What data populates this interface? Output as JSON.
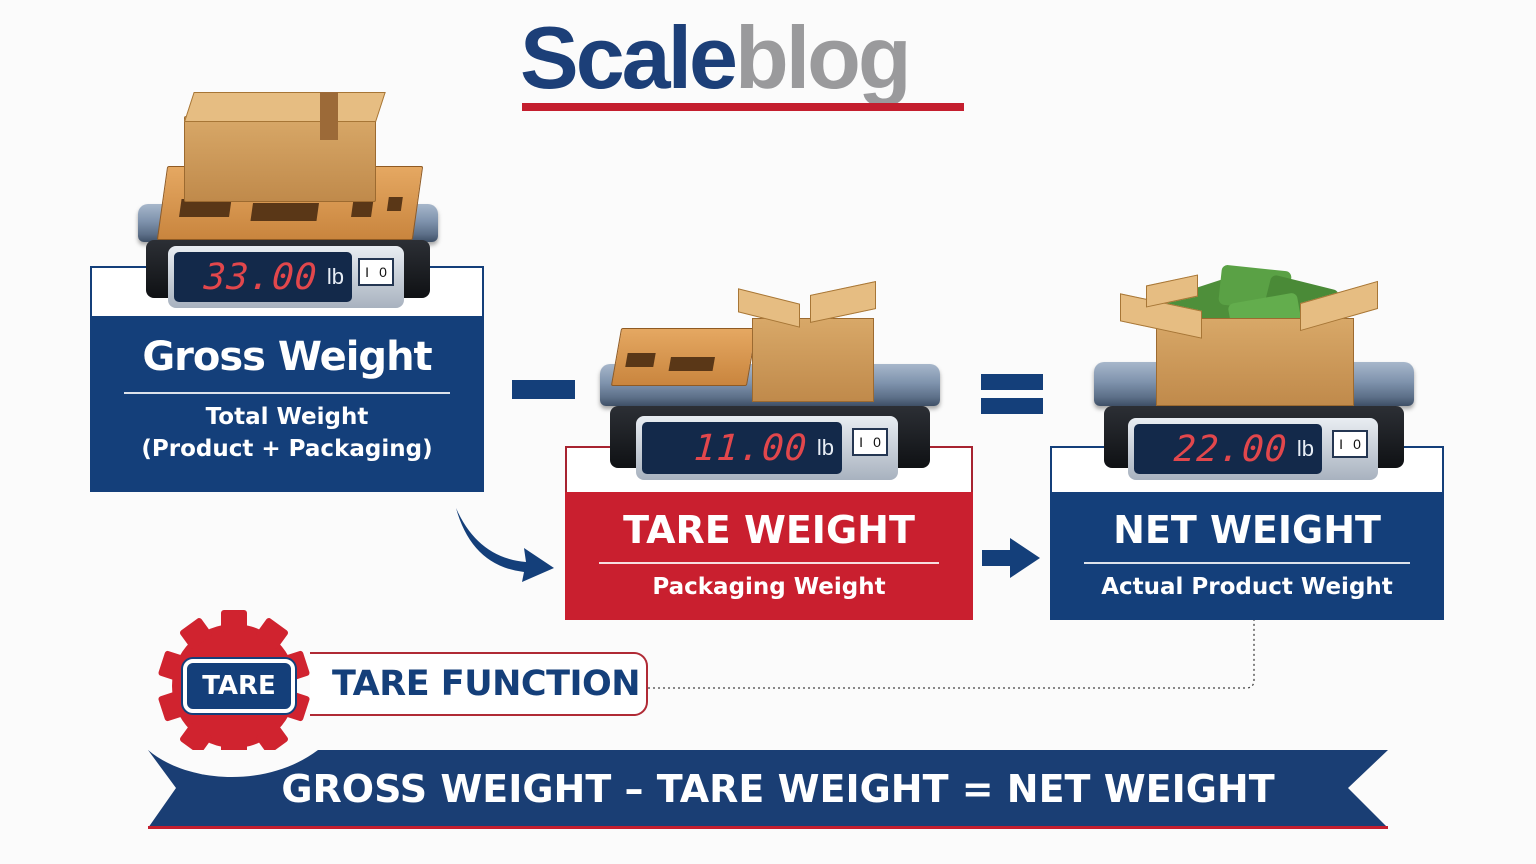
{
  "logo": {
    "part1": "Scale",
    "part2": "blog",
    "colors": {
      "primary": "#1c3f78",
      "secondary": "#9a9a9c",
      "underline": "#c41e2e"
    }
  },
  "colors": {
    "navy": "#143f7a",
    "red": "#c91f2f",
    "display_digits": "#e2474c"
  },
  "cards": [
    {
      "id": "gross",
      "title": "Gross Weight",
      "subtitle_line1": "Total Weight",
      "subtitle_line2": "(Product + Packaging)",
      "display_value": "33.00",
      "display_unit": "lb",
      "switch_labels": [
        "I",
        "0"
      ],
      "scale_contents": "pallet-with-closed-box"
    },
    {
      "id": "tare",
      "title": "TARE WEIGHT",
      "subtitle_line1": "Packaging Weight",
      "display_value": "11.00",
      "display_unit": "lb",
      "switch_labels": [
        "I",
        "0"
      ],
      "scale_contents": "empty-pallet-and-open-box"
    },
    {
      "id": "net",
      "title": "NET WEIGHT",
      "subtitle_line1": "Actual Product Weight",
      "display_value": "22.00",
      "display_unit": "lb",
      "switch_labels": [
        "I",
        "0"
      ],
      "scale_contents": "open-box-with-money"
    }
  ],
  "operators": {
    "minus": "minus-icon",
    "equals": "equals-icon"
  },
  "tare_function": {
    "button_label": "TARE",
    "label": "TARE FUNCTION"
  },
  "formula_banner": {
    "text": "GROSS WEIGHT – TARE WEIGHT = NET WEIGHT"
  }
}
